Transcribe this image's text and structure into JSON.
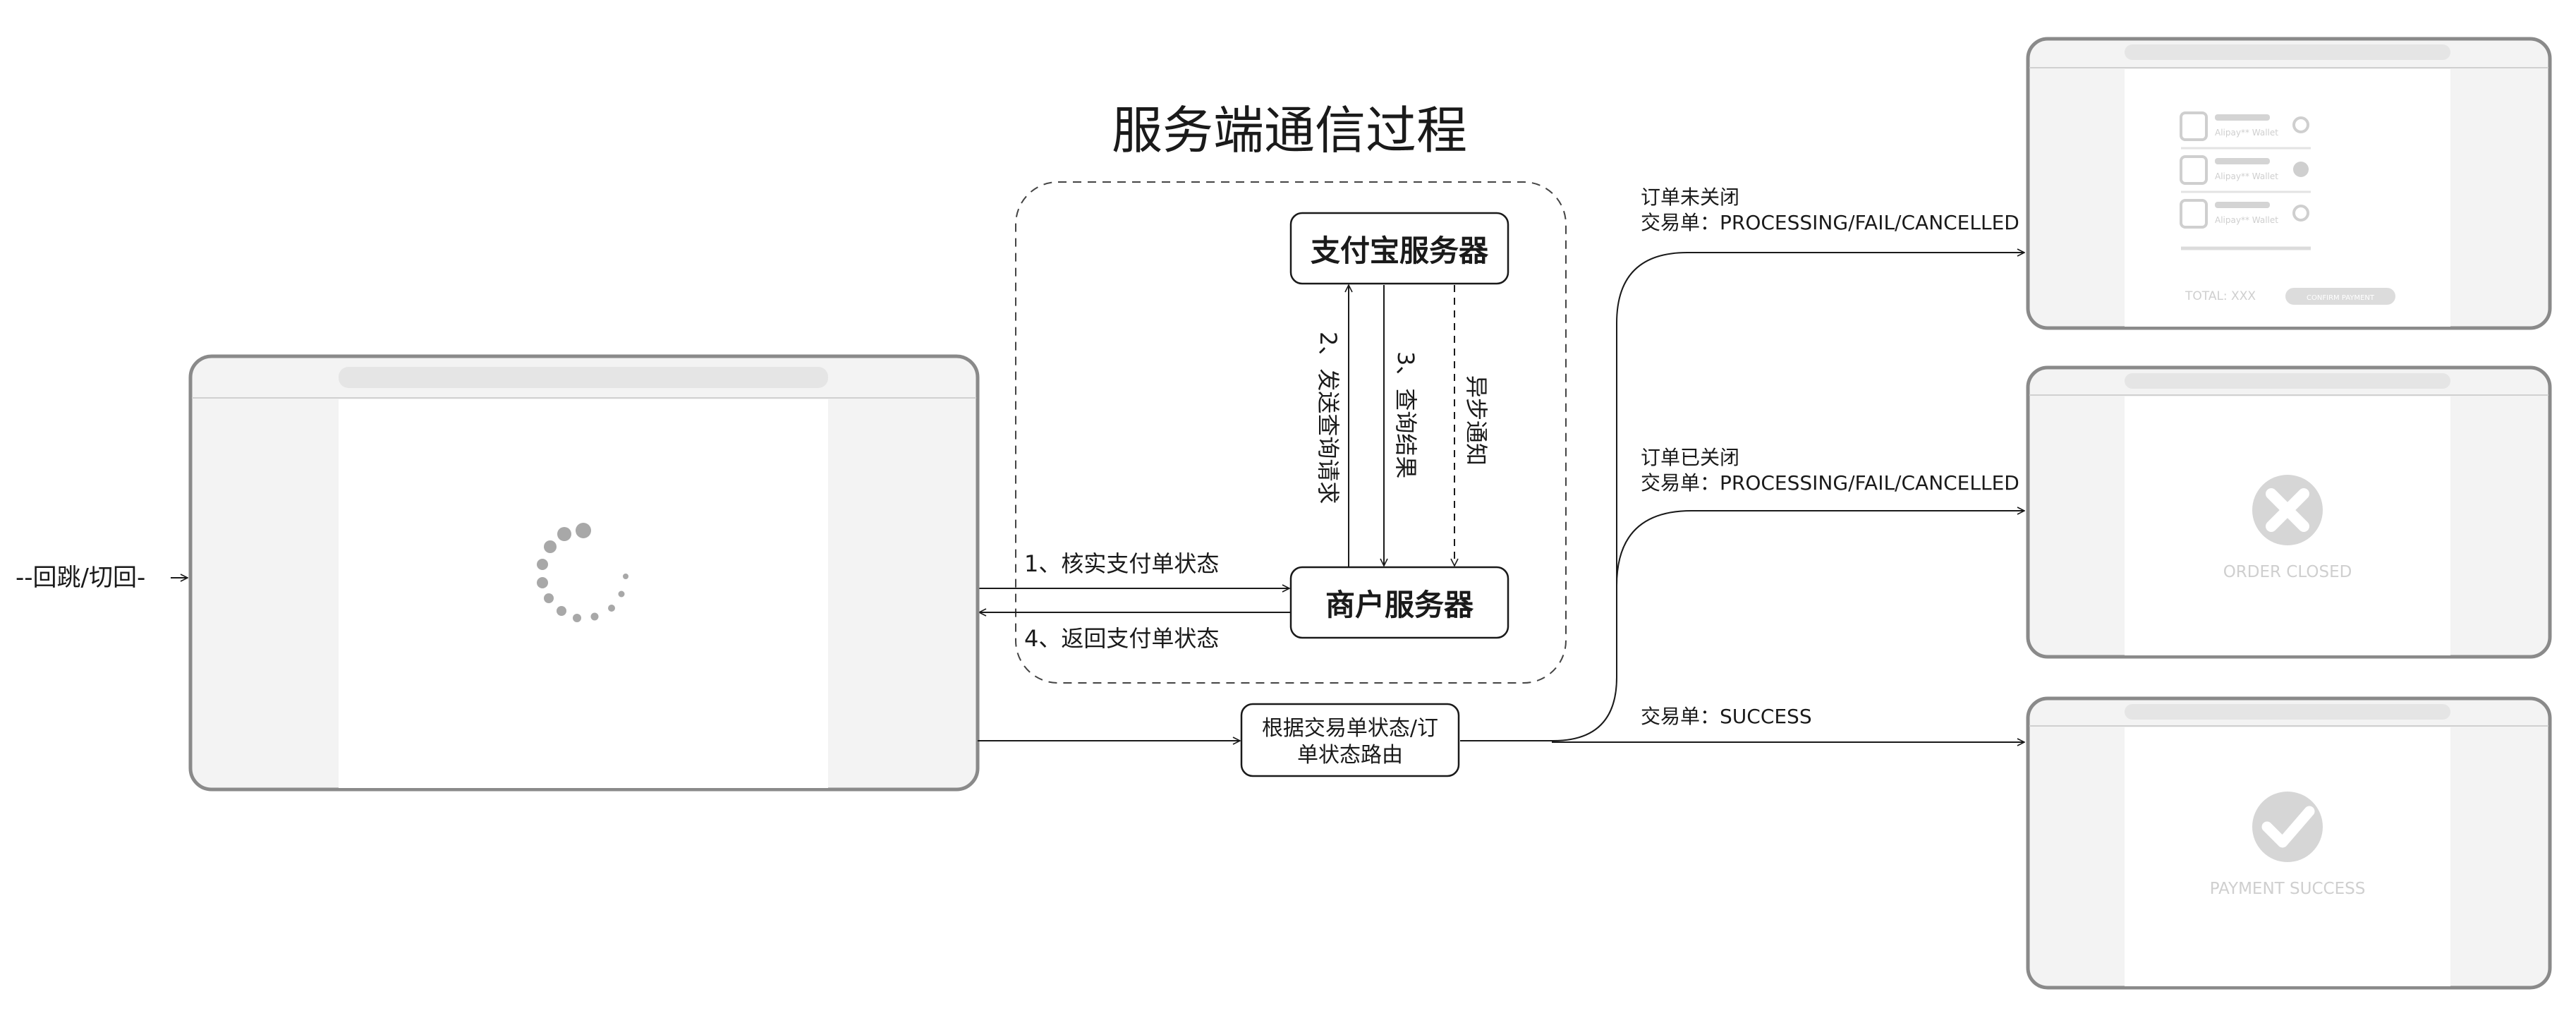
{
  "title": "服务端通信过程",
  "nodes": {
    "alipay_server": "支付宝服务器",
    "merchant_server": "商户服务器",
    "router": [
      "根据交易单状态/订",
      "单状态路由"
    ]
  },
  "entry_label": "--回跳/切回-",
  "edges": {
    "verify": "1、核实支付单状态",
    "return": "4、返回支付单状态",
    "query_request": "2、发送查询请求",
    "query_result": "3、查询结果",
    "async_notify": "异步通知"
  },
  "routes": {
    "open": {
      "line1": "订单未关闭",
      "line2": "交易单：PROCESSING/FAIL/CANCELLED"
    },
    "closed": {
      "line1": "订单已关闭",
      "line2": "交易单：PROCESSING/FAIL/CANCELLED"
    },
    "success": {
      "line1": "交易单：SUCCESS"
    }
  },
  "screens": {
    "payment_select": {
      "total": "TOTAL: XXX",
      "confirm": "CONFIRM PAYMENT",
      "option_sub": "Alipay** Wallet"
    },
    "order_closed": {
      "caption": "ORDER CLOSED"
    },
    "payment_success": {
      "caption": "PAYMENT SUCCESS"
    }
  },
  "colors": {
    "line": "#1a1a1a",
    "frame": "#8a8a8a",
    "panel": "#f3f3f3",
    "placeholder": "#cfcfcf",
    "spinner": "#a8a8a8"
  }
}
